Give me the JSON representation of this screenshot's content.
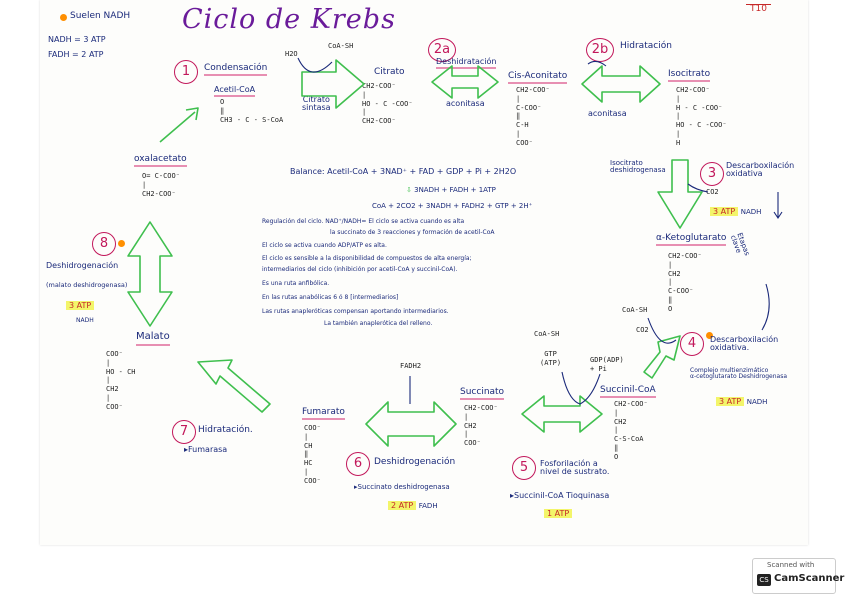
{
  "header": {
    "title": "Ciclo de Krebs",
    "page_tag": "T10",
    "legend": [
      "Suelen NADH",
      "NADH = 3 ATP",
      "FADH = 2 ATP"
    ]
  },
  "steps": {
    "s1": {
      "num": "1",
      "name": "Condensación",
      "substrate": "Acetil-CoA",
      "formula": "O\n‖\nCH3 - C - S-CoA",
      "enzyme": "Citrato\nsintasa",
      "cof_in": "H2O",
      "cof_out": "CoA-SH"
    },
    "s2a": {
      "num": "2a",
      "name": "Deshidratación",
      "enzyme": "aconitasa"
    },
    "s2b": {
      "num": "2b",
      "name": "Hidratación",
      "enzyme": "aconitasa"
    },
    "s3": {
      "num": "3",
      "name": "Descarboxilación\noxidativa",
      "enzyme": "Isocitrato\ndeshidrogenasa",
      "atp": "3 ATP",
      "nadh": "NADH",
      "co2": "CO2",
      "side": "Etapas\nclave"
    },
    "s4": {
      "num": "4",
      "name": "Descarboxilación\noxidativa.",
      "enzyme": "Complejo multienzimático\nα-cetoglutarato Deshidrogenasa",
      "atp": "3 ATP",
      "nadh": "NADH",
      "cof_in": "CoA-SH",
      "co2": "CO2"
    },
    "s5": {
      "num": "5",
      "name": "Fosforilación a\nnivel de sustrato.",
      "enzyme": "Succinil-CoA Tioquinasa",
      "atp": "1 ATP",
      "cof_out": "CoA-SH",
      "gtp": "GTP\n(ATP)",
      "gdp": "GDP(ADP)\n+ Pi"
    },
    "s6": {
      "num": "6",
      "name": "Deshidrogenación",
      "enzyme": "Succinato deshidrogenasa",
      "atp": "2 ATP",
      "fadh": "FADH",
      "fadh2": "FADH2"
    },
    "s7": {
      "num": "7",
      "name": "Hidratación.",
      "enzyme": "Fumarasa"
    },
    "s8": {
      "num": "8",
      "name": "Deshidrogenación",
      "enzyme": "(malato deshidrogenasa)",
      "atp": "3 ATP",
      "nadh": "NADH"
    }
  },
  "metabolites": {
    "citrato": {
      "name": "Citrato",
      "formula": "CH2-COO⁻\n|\nHO - C -COO⁻\n|\nCH2-COO⁻"
    },
    "cis_aconitato": {
      "name": "Cis-Aconitato",
      "formula": "CH2-COO⁻\n|\nC-COO⁻\n‖\nC-H\n|\nCOO⁻"
    },
    "isocitrato": {
      "name": "Isocitrato",
      "formula": "CH2-COO⁻\n|\nH - C -COO⁻\n|\nHO - C -COO⁻\n|\nH"
    },
    "akg": {
      "name": "α-Ketoglutarato",
      "formula": "CH2-COO⁻\n|\nCH2\n|\nC-COO⁻\n‖\nO"
    },
    "succinil_coa": {
      "name": "Succinil-CoA",
      "formula": "CH2-COO⁻\n|\nCH2\n|\nC-S-CoA\n‖\nO"
    },
    "succinato": {
      "name": "Succinato",
      "formula": "CH2-COO⁻\n|\nCH2\n|\nCOO⁻"
    },
    "fumarato": {
      "name": "Fumarato",
      "formula": "COO⁻\n|\nCH\n‖\nHC\n|\nCOO⁻"
    },
    "malato": {
      "name": "Malato",
      "formula": "COO⁻\n|\nHO - CH\n|\nCH2\n|\nCOO⁻"
    },
    "oxalacetato": {
      "name": "oxalacetato",
      "formula": "O= C-COO⁻\n|\nCH2-COO⁻"
    }
  },
  "balance": {
    "line1": "Balance: Acetil-CoA + 3NAD⁺ + FAD + GDP + Pi + 2H2O",
    "line2": "3NADH + FADH + 1ATP",
    "line3": "CoA + 2CO2 + 3NADH + FADH2 + GTP + 2H⁺",
    "notes": [
      "Regulación del ciclo. NAD⁺/NADH= El ciclo se activa cuando es alta",
      "la succinato de 3 reacciones y formación de acetil-CoA",
      "El ciclo se activa cuando ADP/ATP es alta.",
      "El ciclo es sensible a la disponibilidad de compuestos de alta energía;",
      "intermediarios del ciclo (inhibición por acetil-CoA y succinil-CoA).",
      "Es una ruta anfibólica.",
      "En las rutas anabólicas 6 ó 8 [intermediarios]",
      "Las rutas anapleróticas compensan aportando intermediarios.",
      "La también anaplerótica del relleno."
    ]
  },
  "watermark": {
    "line1": "Scanned with",
    "brand": "CamScanner"
  },
  "colors": {
    "ink": "#1b2a7a",
    "title": "#6a1b9a",
    "arrow": "#3fbf4e",
    "circle": "#c2185b",
    "highlight": "#f3f56a",
    "underline": "#e78fb2",
    "dot": "#ff8f00"
  }
}
